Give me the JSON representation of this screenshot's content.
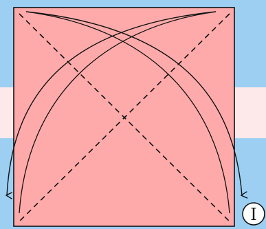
{
  "colors": {
    "background_blue": "#9ccff2",
    "background_band": "#fde9ea",
    "paper_fill": "#ffaaaa",
    "ink": "#111111"
  },
  "step": {
    "label": "Ⅰ"
  },
  "diagram": {
    "shape": "square",
    "diagonals": "dashed",
    "curved_arrows": 2
  }
}
